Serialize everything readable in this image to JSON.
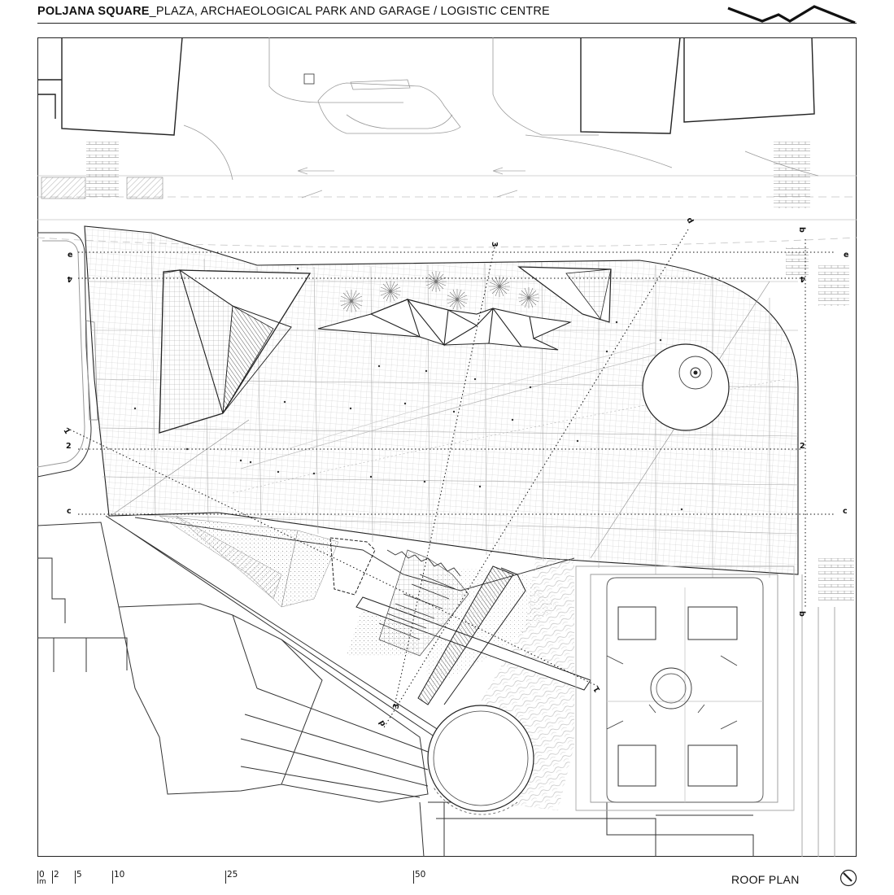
{
  "header": {
    "title_bold": "POLJANA SQUARE",
    "title_rest": "_PLAZA, ARCHAEOLOGICAL PARK AND GARAGE / LOGISTIC CENTRE"
  },
  "logo": {
    "icon": "zigzag-logo-icon"
  },
  "plan": {
    "name": "ROOF PLAN"
  },
  "north_arrow": {
    "icon": "north-arrow-icon"
  },
  "scale_bar": {
    "unit": "m",
    "ticks": [
      "0",
      "2",
      "5",
      "10",
      "25",
      "50"
    ]
  },
  "section_lines": {
    "e_left": "e",
    "e_right": "e",
    "four_left": "4",
    "four_right": "4",
    "two_left": "2",
    "two_right": "2",
    "c_left": "c",
    "c_right": "c",
    "one_left": "1",
    "one_right": "1",
    "three_top": "3",
    "three_bottom": "3",
    "d_top": "d",
    "d_bottom": "d",
    "b_top": "b",
    "b_bottom": "b"
  },
  "colors": {
    "line": "#222222",
    "light_line": "#9a9a9a",
    "hatch": "#6f6f6f"
  }
}
